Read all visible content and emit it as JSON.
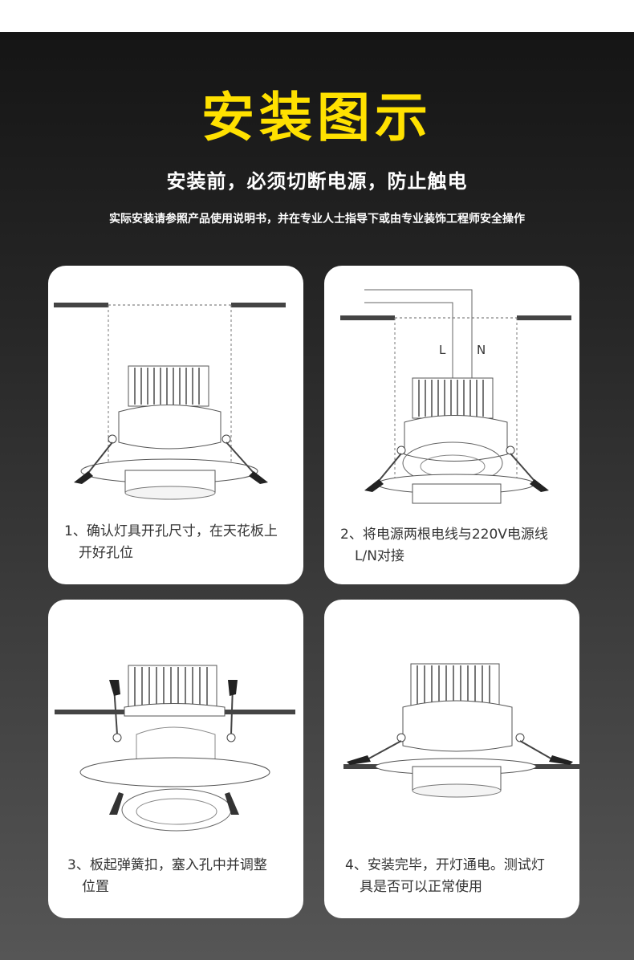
{
  "title": "安装图示",
  "subtitle": "安装前，必须切断电源，防止触电",
  "note": "实际安装请参照产品使用说明书，并在专业人士指导下或由专业装饰工程师安全操作",
  "steps": [
    {
      "line1": "1、确认灯具开孔尺寸，在天花板上",
      "line2": "开好孔位"
    },
    {
      "line1": "2、将电源两根电线与220V电源线",
      "line2": "L/N对接",
      "wire_l": "L",
      "wire_n": "N"
    },
    {
      "line1": "3、板起弹簧扣，塞入孔中并调整",
      "line2": "位置"
    },
    {
      "line1": "4、安装完毕，开灯通电。测试灯",
      "line2": "具是否可以正常使用"
    }
  ]
}
